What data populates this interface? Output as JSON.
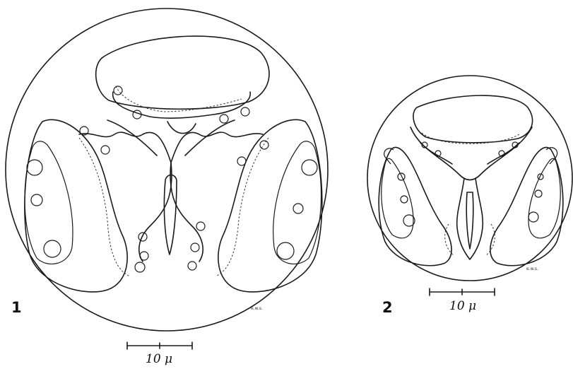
{
  "figures": [
    {
      "number": "1",
      "scale_label": "10 μ",
      "initials": "e.w.s."
    },
    {
      "number": "2",
      "scale_label": "10 μ",
      "initials": "e.w.s."
    }
  ],
  "colors": {
    "ink": "#1a1a1a",
    "background": "#ffffff"
  }
}
